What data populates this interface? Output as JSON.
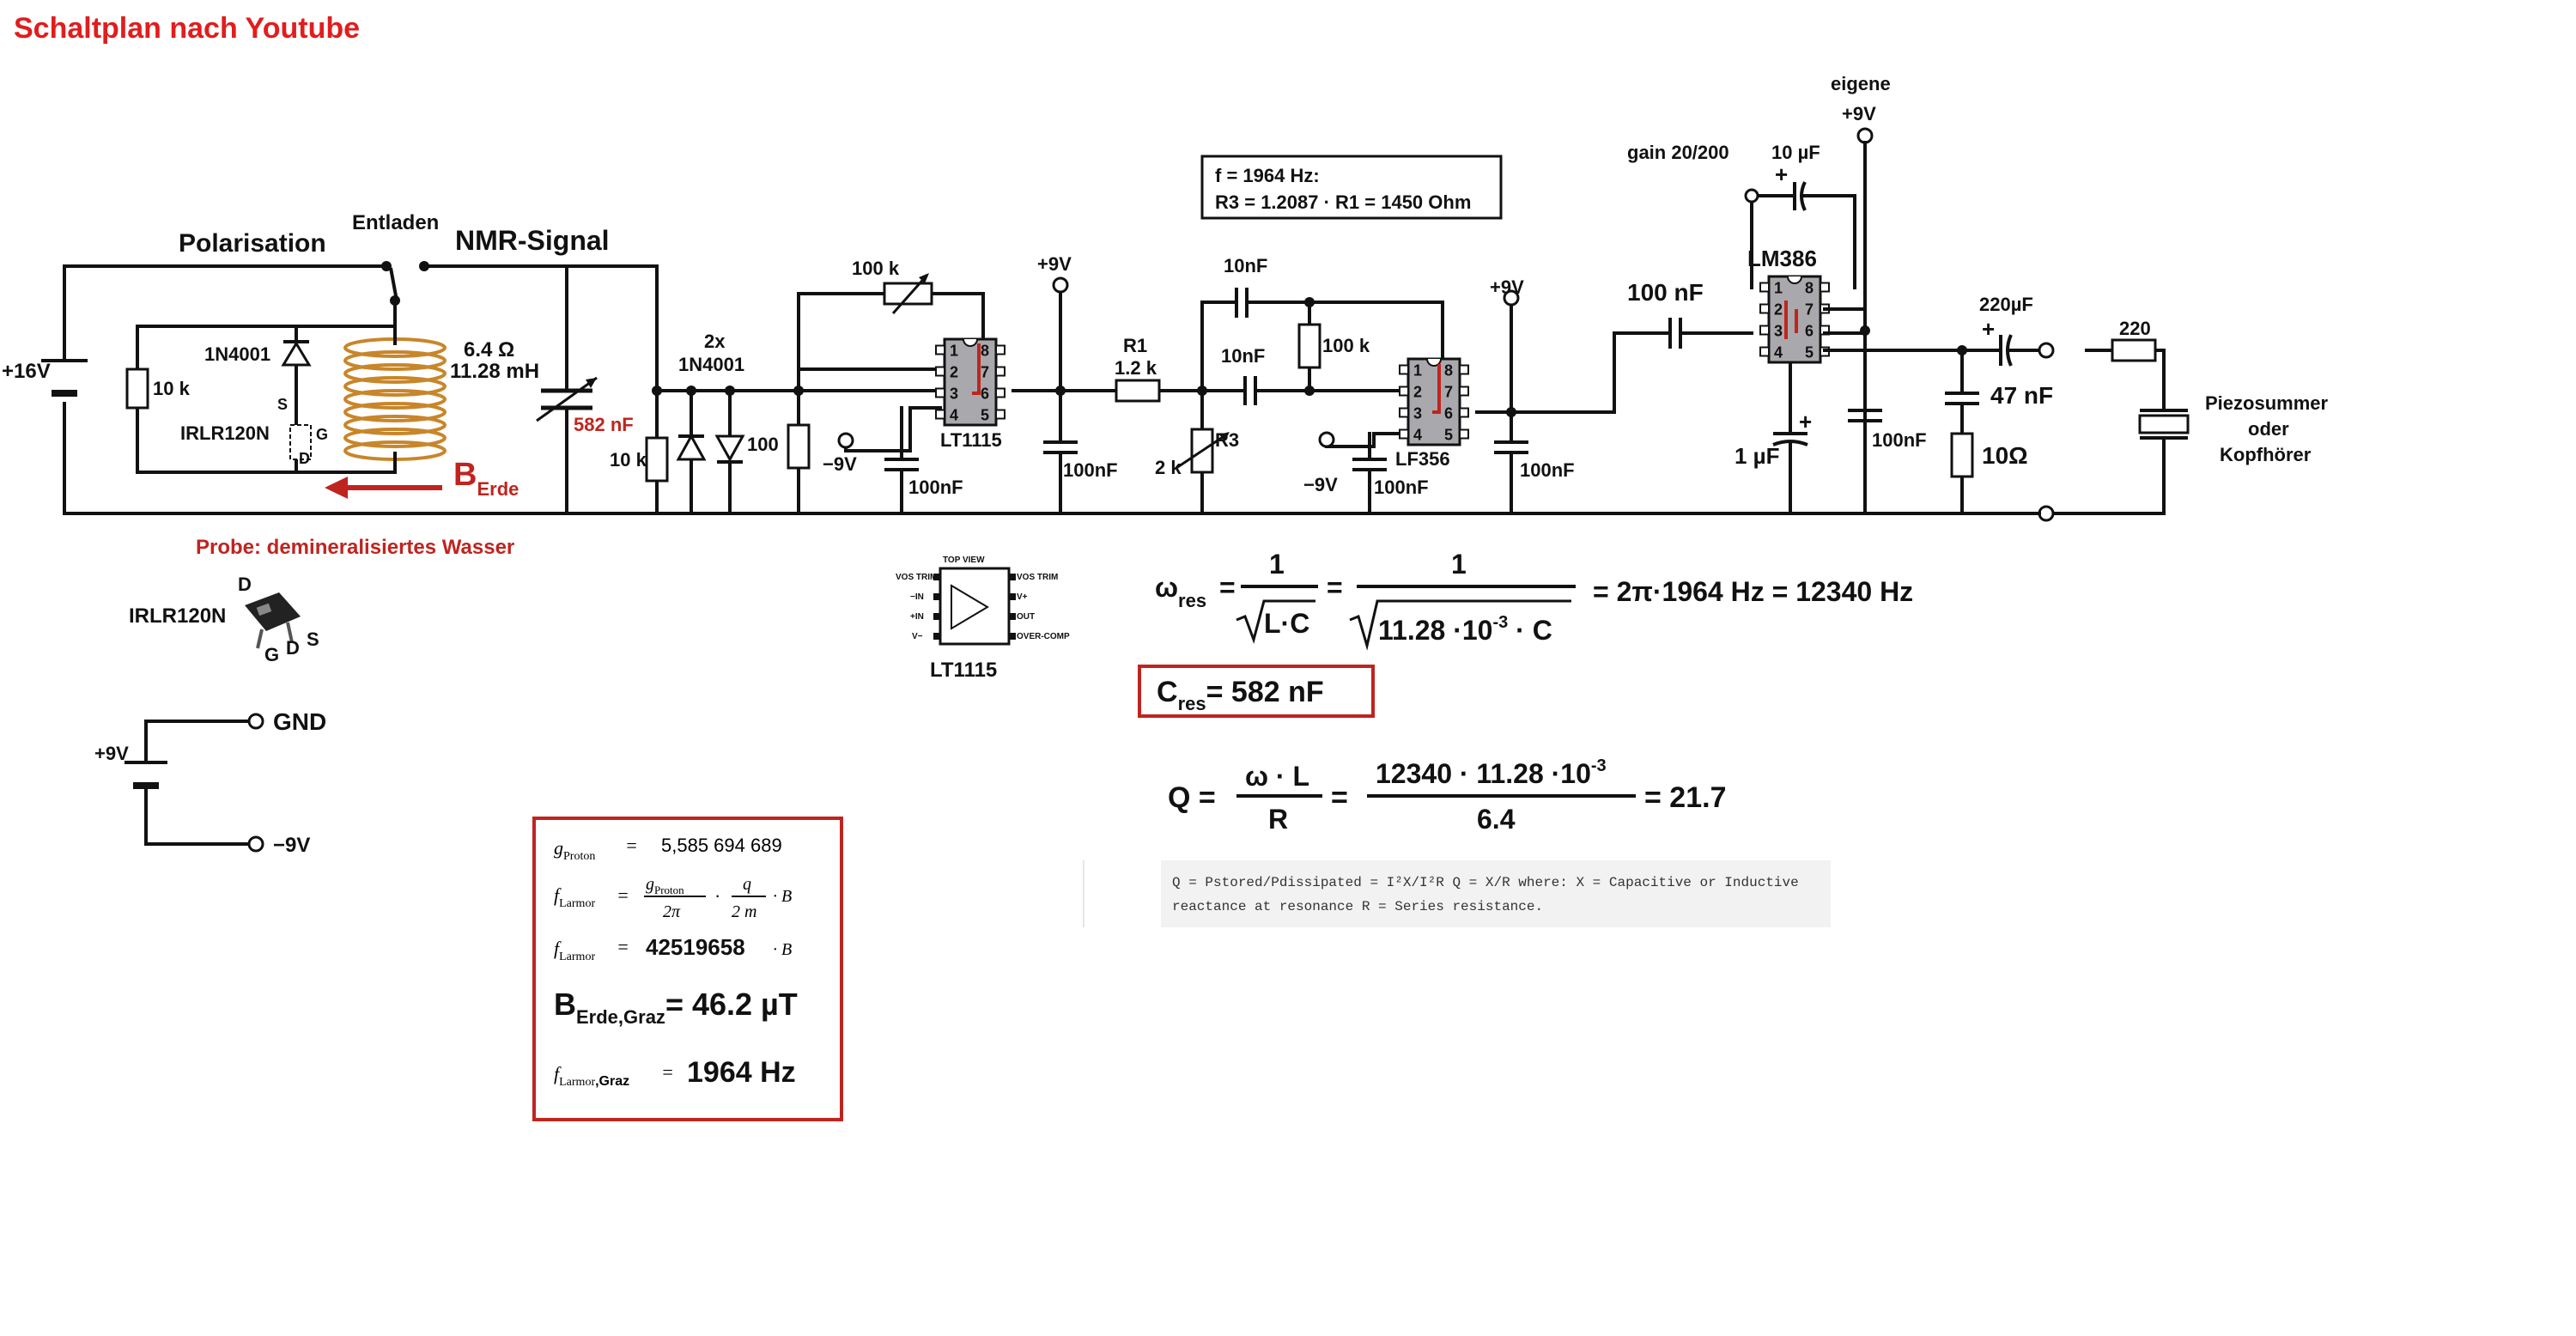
{
  "title": "Schaltplan nach Youtube",
  "labels": {
    "polarisation": "Polarisation",
    "entladen": "Entladen",
    "nmr_signal": "NMR-Signal",
    "plus16v": "+16V",
    "r10k_a": "10 k",
    "diode_1n4001": "1N4001",
    "s": "S",
    "d": "D",
    "g": "G",
    "irlr": "IRLR120N",
    "coil_r": "6.4 Ω",
    "coil_l": "11.28 mH",
    "b": "B",
    "b_sub": "Erde",
    "probe": "Probe: demineralisiertes Wasser",
    "cap582": "582 nF",
    "r10k_b": "10 k",
    "diodes2x": "2x",
    "diodes_type": "1N4001",
    "r100": "100",
    "minus9v_a": "−9V",
    "pot100k": "100 k",
    "lt1115": "LT1115",
    "c100nf_a": "100nF",
    "plus9v_a": "+9V",
    "c100nf_b": "100nF",
    "r1": "R1",
    "r1_val": "1.2 k",
    "c10nf_a": "10nF",
    "c10nf_b": "10nF",
    "r100k": "100 k",
    "r3": "R3",
    "r3_val": "2 k",
    "minus9v_b": "−9V",
    "lf356": "LF356",
    "c100nf_c": "100nF",
    "plus9v_b": "+9V",
    "c100nf_d": "100nF",
    "c100nf_big": "100 nF",
    "gain": "gain 20/200",
    "c10uf": "10 µF",
    "eigene": "eigene",
    "plus9v_c": "+9V",
    "lm386": "LM386",
    "c1uf": "1 µF",
    "c100nf_e": "100nF",
    "c220uf": "220µF",
    "c47nf": "47 nF",
    "r10ohm": "10Ω",
    "r220": "220",
    "piezo1": "Piezosummer",
    "piezo2": "oder",
    "piezo3": "Kopfhörer",
    "irlr_pkg": "IRLR120N",
    "pkg_d": "D",
    "pkg_g": "G",
    "pkg_d2": "D",
    "pkg_s": "S",
    "gnd": "GND",
    "bat_plus9": "+9V",
    "bat_minus9": "−9V",
    "lt1115_pkg": "LT1115",
    "lt_topview": "TOP VIEW"
  },
  "pins_left": [
    "1",
    "2",
    "3",
    "4"
  ],
  "pins_right": [
    "8",
    "7",
    "6",
    "5"
  ],
  "lt_pin_labels": {
    "l1": "VOS TRIM",
    "l2": "−IN",
    "l3": "+IN",
    "l4": "V−",
    "r1": "VOS TRIM",
    "r2": "V+",
    "r3": "OUT",
    "r4": "OVER-COMP"
  },
  "freq_box": {
    "line1": "f = 1964 Hz:",
    "line2": "R3 = 1.2087 · R1 = 1450 Ohm"
  },
  "omega_eq": {
    "omega": "ω",
    "sub": "res",
    "eq": "=",
    "one": "1",
    "lc": "L·C",
    "one2": "1",
    "den": "11.28 ·10",
    "exp": "-3",
    "den2": " · C",
    "result": "= 2π·1964 Hz = 12340 Hz"
  },
  "cres": {
    "c": "C",
    "sub": "res",
    "val": "= 582 nF"
  },
  "q_eq": {
    "q": "Q =",
    "num": "ω · L",
    "den": "R",
    "eq": "=",
    "num2": "12340 · 11.28 ·10",
    "exp": "-3",
    "den2": "6.4",
    "result": "= 21.7"
  },
  "q_note": {
    "line1": "Q = Pstored/Pdissipated = I²X/I²R Q = X/R where: X = Capacitive or Inductive",
    "line2": "reactance at resonance R = Series resistance."
  },
  "larmor_box": {
    "g_label": "g",
    "g_sub": "Proton",
    "g_val": "5,585 694 689",
    "f_label": "f",
    "f_sub": "Larmor",
    "frac_num_g": "g",
    "frac_num_sub": "Proton",
    "frac_den": "2π",
    "q": "q",
    "m": "2 m",
    "b": "· B",
    "f_val": "42519658",
    "b_sym": "B",
    "b_sub": "Erde,Graz",
    "b_val": "= 46.2 µT",
    "fg_sub_larmor": "Larmor",
    "fg_sub_graz": ",Graz",
    "fg_val": "1964 Hz"
  },
  "colors": {
    "wire": "#111111",
    "red": "#c0241f",
    "coil": "#c8862a",
    "chip": "#a9a9ad"
  }
}
